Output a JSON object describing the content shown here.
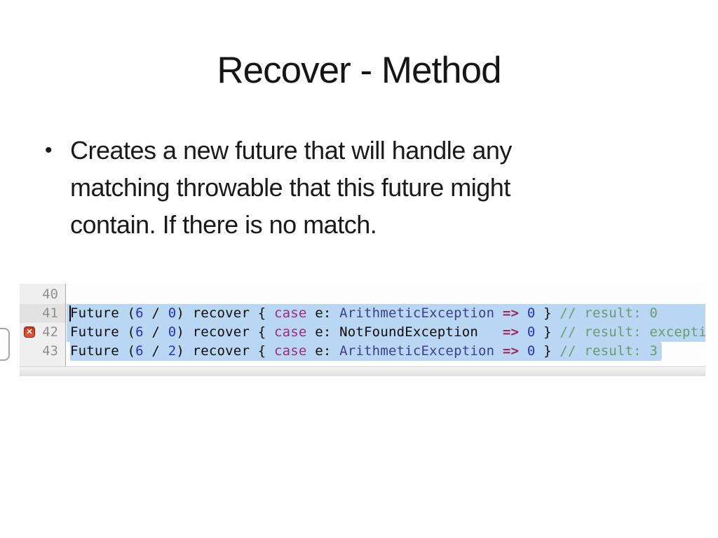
{
  "slide": {
    "title": "Recover - Method",
    "bullet": {
      "marker": "•",
      "lines": [
        "Creates a new future that will handle any",
        "matching throwable that this future might",
        "contain. If there is no match."
      ]
    }
  },
  "editor": {
    "colors": {
      "selection": "#b9d7f3",
      "default": "#0d0d0d",
      "number": "#2433c0",
      "keyword": "#9c2b7f",
      "arrow": "#a02458",
      "type": "#3c3f8c",
      "comment": "#6b9b70",
      "line_number": "#8f8f8f",
      "error_bg": "#c8351f",
      "error_border": "#8c2113"
    },
    "error_icon_glyph": "✕",
    "lines": [
      {
        "number": "40",
        "tokens": []
      },
      {
        "number": "41",
        "tokens": [
          {
            "t": "plain",
            "x": "Future ("
          },
          {
            "t": "number",
            "x": "6"
          },
          {
            "t": "plain",
            "x": " / "
          },
          {
            "t": "number",
            "x": "0"
          },
          {
            "t": "plain",
            "x": ") recover { "
          },
          {
            "t": "keyword",
            "x": "case"
          },
          {
            "t": "plain",
            "x": " e: "
          },
          {
            "t": "type",
            "x": "ArithmeticException"
          },
          {
            "t": "plain",
            "x": " "
          },
          {
            "t": "arrow",
            "x": "=>"
          },
          {
            "t": "plain",
            "x": " "
          },
          {
            "t": "number",
            "x": "0"
          },
          {
            "t": "plain",
            "x": " } "
          },
          {
            "t": "comment",
            "x": "// result: 0"
          }
        ]
      },
      {
        "number": "42",
        "tokens": [
          {
            "t": "plain",
            "x": "Future ("
          },
          {
            "t": "number",
            "x": "6"
          },
          {
            "t": "plain",
            "x": " / "
          },
          {
            "t": "number",
            "x": "0"
          },
          {
            "t": "plain",
            "x": ") recover { "
          },
          {
            "t": "keyword",
            "x": "case"
          },
          {
            "t": "plain",
            "x": " e: "
          },
          {
            "t": "unresolved",
            "x": "NotFoundException"
          },
          {
            "t": "plain",
            "x": "   "
          },
          {
            "t": "arrow",
            "x": "=>"
          },
          {
            "t": "plain",
            "x": " "
          },
          {
            "t": "number",
            "x": "0"
          },
          {
            "t": "plain",
            "x": " } "
          },
          {
            "t": "comment",
            "x": "// result: excepti"
          }
        ]
      },
      {
        "number": "43",
        "tokens": [
          {
            "t": "plain",
            "x": "Future ("
          },
          {
            "t": "number",
            "x": "6"
          },
          {
            "t": "plain",
            "x": " / "
          },
          {
            "t": "number",
            "x": "2"
          },
          {
            "t": "plain",
            "x": ") recover { "
          },
          {
            "t": "keyword",
            "x": "case"
          },
          {
            "t": "plain",
            "x": " e: "
          },
          {
            "t": "type",
            "x": "ArithmeticException"
          },
          {
            "t": "plain",
            "x": " "
          },
          {
            "t": "arrow",
            "x": "=>"
          },
          {
            "t": "plain",
            "x": " "
          },
          {
            "t": "number",
            "x": "0"
          },
          {
            "t": "plain",
            "x": " } "
          },
          {
            "t": "comment",
            "x": "// result: 3"
          }
        ]
      }
    ]
  }
}
